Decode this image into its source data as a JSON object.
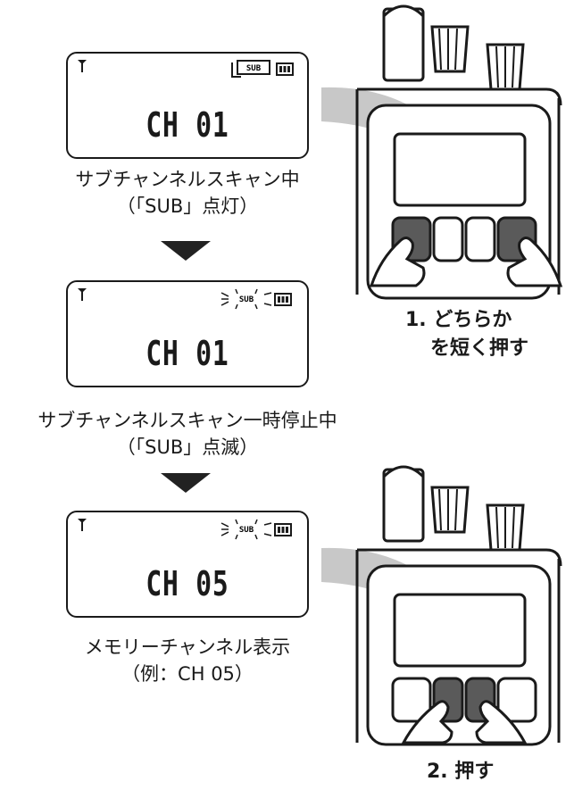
{
  "panels": [
    {
      "channel": "CH 01",
      "sub_indicator": "SUB",
      "caption_line1": "サブチャンネルスキャン中",
      "caption_line2": "（「SUB」点灯）"
    },
    {
      "channel": "CH 01",
      "sub_indicator": "SUB",
      "caption_line1": "サブチャンネルスキャン一時停止中",
      "caption_line2": "（「SUB」点滅）"
    },
    {
      "channel": "CH 05",
      "sub_indicator": "SUB",
      "caption_line1": "メモリーチャンネル表示",
      "caption_line2": "（例：CH 05）"
    }
  ],
  "steps": [
    {
      "line1": "1. どちらか",
      "line2": "を短く押す"
    },
    {
      "line1": "2. 押す"
    }
  ],
  "colors": {
    "ink": "#1a1a1a",
    "highlight": "#5a5a5a",
    "arrow": "#c8c8c8"
  },
  "icons": [
    "antenna-icon",
    "battery-icon",
    "blink-rays-icon",
    "finger-pointer-icon",
    "down-arrow-icon"
  ]
}
